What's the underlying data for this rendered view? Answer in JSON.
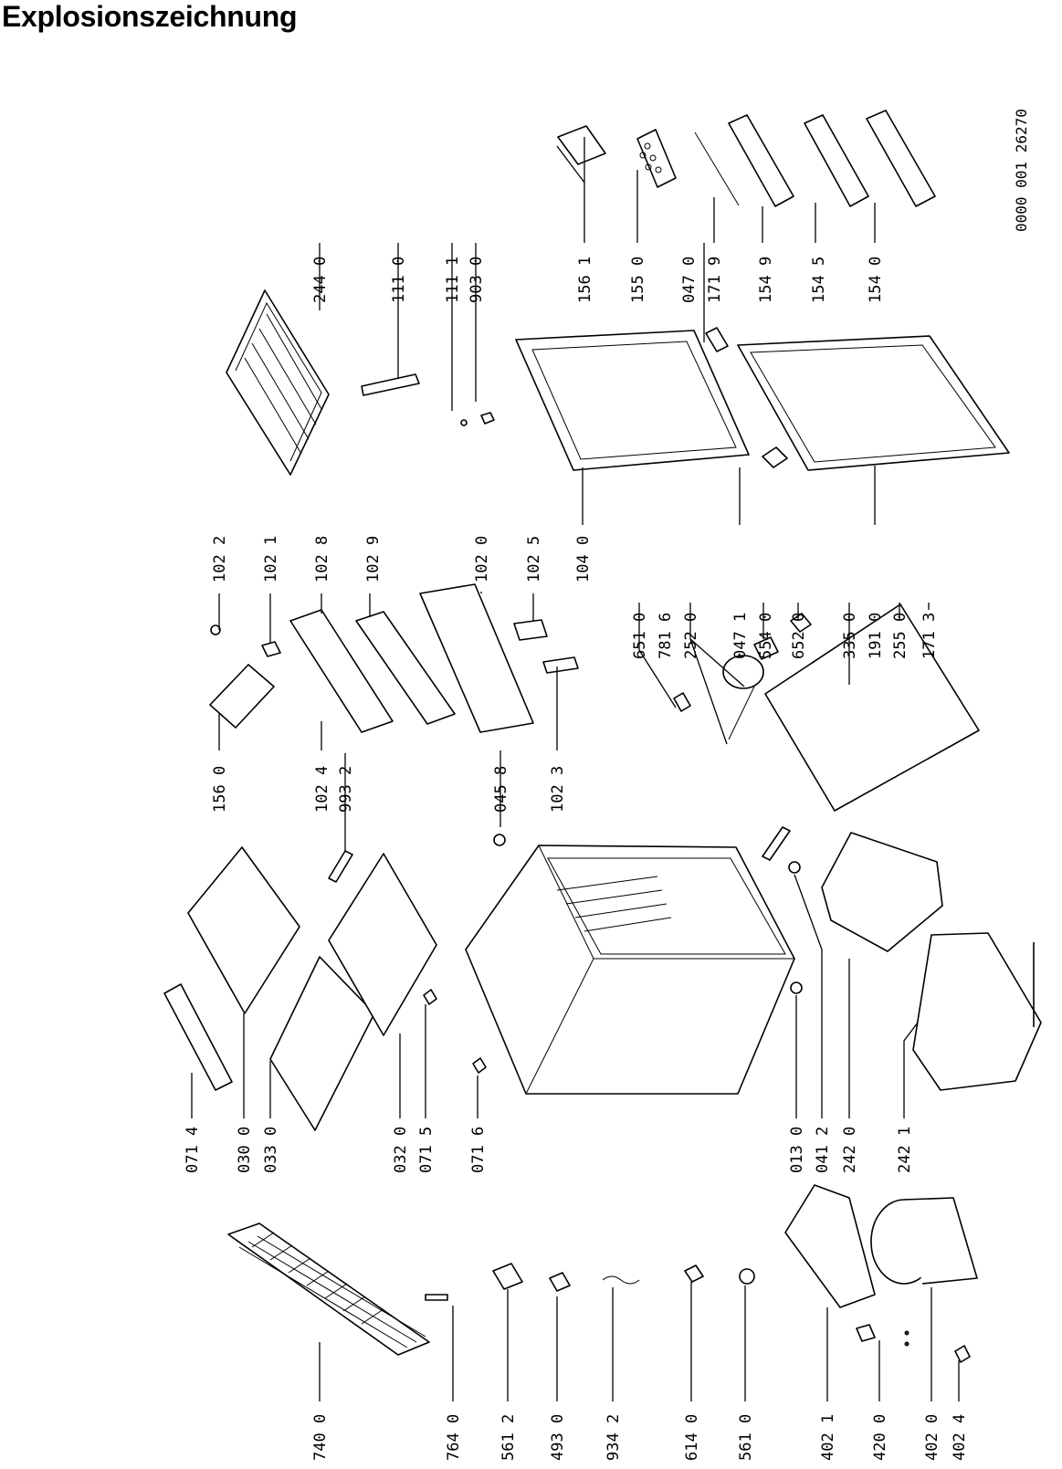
{
  "title": "Explosionszeichnung",
  "doc_number": "0000 001 26270",
  "parts": [
    "244 0",
    "111 0",
    "111 1",
    "903 0",
    "156 1",
    "155 0",
    "047 0",
    "171 9",
    "154 9",
    "154 5",
    "154 0",
    "102 2",
    "102 1",
    "102 8",
    "102 9",
    "102 0",
    "102 5",
    "104 0",
    "156 0",
    "102 4",
    "993 2",
    "045 8",
    "102 3",
    "651 0",
    "781 6",
    "252 0",
    "047 1",
    "554 0",
    "652 0",
    "335 0",
    "191 0",
    "255 0",
    "171 3",
    "071 4",
    "030 0",
    "033 0",
    "032 0",
    "071 5",
    "071 6",
    "013 0",
    "041 2",
    "242 0",
    "242 1",
    "740 0",
    "764 0",
    "561 2",
    "493 0",
    "934 2",
    "614 0",
    "561 0",
    "402 1",
    "420 0",
    "402 0",
    "402 4"
  ]
}
